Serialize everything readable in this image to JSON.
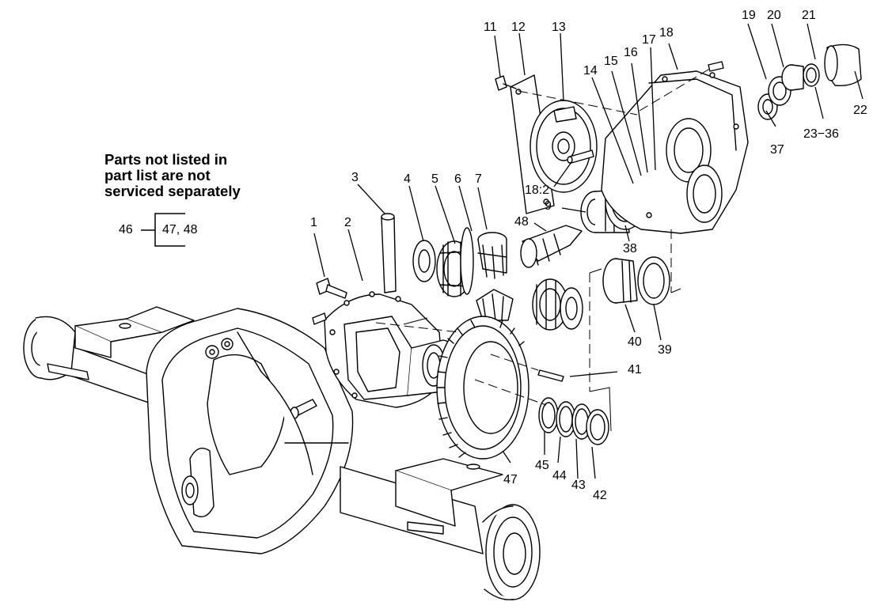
{
  "note": {
    "lines": [
      "Parts not listed in",
      "part list are not",
      "serviced separately"
    ]
  },
  "kit_callout": {
    "parent": "46",
    "children": "47, 48"
  },
  "parts": [
    "1",
    "2",
    "3",
    "4",
    "5",
    "6",
    "7",
    "9",
    "11",
    "12",
    "13",
    "14",
    "15",
    "16",
    "17",
    "18",
    "18:2",
    "19",
    "20",
    "21",
    "22",
    "23−36",
    "37",
    "38",
    "39",
    "40",
    "41",
    "42",
    "43",
    "44",
    "45",
    "47",
    "48"
  ]
}
